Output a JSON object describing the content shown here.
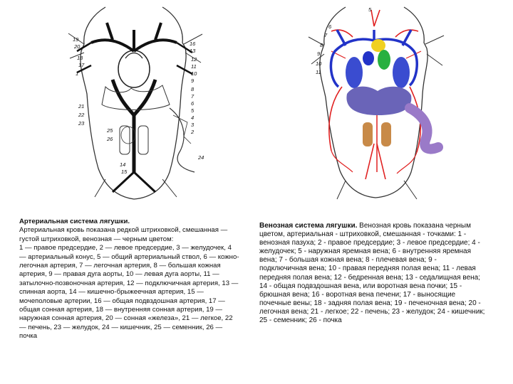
{
  "arterial": {
    "title": "Артериальная система лягушки.",
    "intro": "Артериальная кровь показана редкой штриховкой, смешанная — густой штриховкой, венозная — черным цветом:",
    "legend": "1 — правое предсердие, 2 — левое предсердие, 3 — желудочек, 4 — артериальный конус, 5 — общий артериальный ствол, 6 — кожно-легочная артерия, 7 — легочная артерия, 8 — большая кожная артерия, 9 — правая дуга аорты, 10 — левая дуга аорты, 11 — затылочно-позвоночная артерия, 12 — подключичная артерия, 13 — спинная аорта, 14 — кишечно-брыжеечная артерия, 15 — мочеполовые артерии, 16 — общая подвздошная артерия, 17 — общая сонная артерия, 18 — внутренняя сонная артерия, 19 — наружная сонная артерия, 20 — сонная «железа», 21 — легкое, 22 — печень, 23 — желудок, 24 — кишечник, 25 — семенник, 26 — почка",
    "fig_numbers": [
      "19",
      "20",
      "18",
      "17",
      "1",
      "16",
      "13",
      "12",
      "11",
      "10",
      "9",
      "8",
      "7",
      "6",
      "5",
      "4",
      "3",
      "2",
      "21",
      "22",
      "23",
      "24",
      "25",
      "26",
      "14",
      "15"
    ]
  },
  "venous": {
    "title": "Венозная система лягушки.",
    "text": "Венозная кровь показана черным цветом, артериальная - штриховкой, смешанная - точками: 1 - венозная пазуха; 2 - правое предсердие; 3 - левое предсердие; 4 - желудочек; 5 - наружная яремная вена; 6 - внутренняя яремная вена; 7 - большая кожная вена; 8 - плечевая вена; 9 - подключичная вена; 10 - правая передняя полая вена; 11 - левая передняя полая вена; 12 - бедренная вена; 13 - седалищная вена; 14 - общая подвздошная вена, или воротная вена почки; 15 - брюшная вена; 16 - воротная вена печени; 17 - выносящие почечные вены; 18 - задняя полая вена; 19 - печеночная вена; 20 - легочная вена; 21 - легкое; 22 - печень; 23 - желудок; 24 - кишечник; 25 - семенник; 26 - почка",
    "fig_numbers": [
      "5",
      "6",
      "7",
      "8",
      "9",
      "10",
      "11"
    ]
  },
  "colors": {
    "vein": "#2233c8",
    "artery": "#e02020",
    "liver": "#6a64b8",
    "kidney": "#c88a48",
    "heart_yellow": "#f0d020",
    "heart_green": "#28b040",
    "intestine": "#9a7ac8",
    "outline": "#333333"
  }
}
